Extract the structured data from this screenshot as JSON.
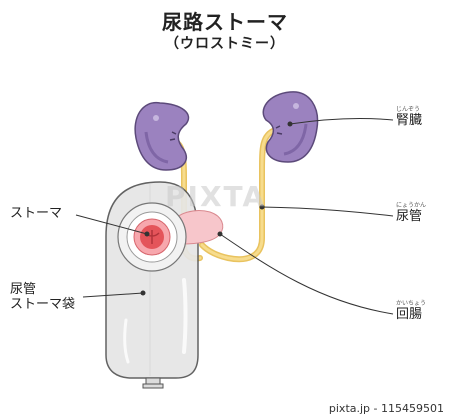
{
  "title": "尿路ストーマ",
  "subtitle": "（ウロストミー）",
  "labels": {
    "stoma": "ストーマ",
    "bag_line1": "尿管",
    "bag_line2": "ストーマ袋",
    "kidney": "腎臓",
    "kidney_reading": "じんぞう",
    "ureter": "尿管",
    "ureter_reading": "にょうかん",
    "ileum": "回腸",
    "ileum_reading": "かいちょう"
  },
  "watermark": "PIXTA",
  "footer": {
    "brand": "pixta.jp",
    "separator": " - ",
    "image_number": "115459501"
  },
  "colors": {
    "kidney": "#9b82bf",
    "kidney_shadow": "#7f66a6",
    "ureter": "#f5d57c",
    "stoma_red": "#e4545a",
    "stoma_pink": "#f7c6cb",
    "bag": "#e6e6e6",
    "bag_outline": "#555555"
  }
}
